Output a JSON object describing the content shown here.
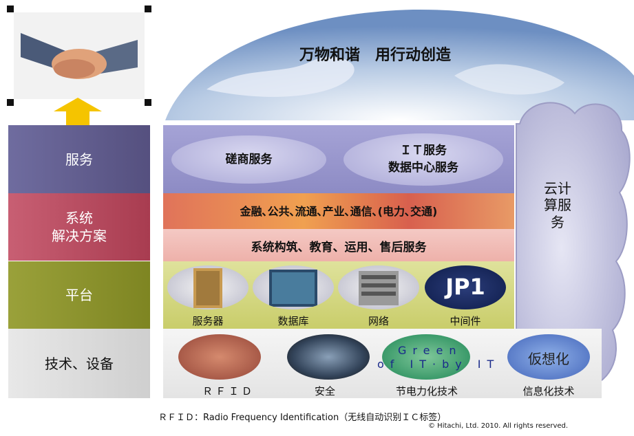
{
  "headline": "万物和谐　用行动创造",
  "layers": [
    {
      "label": "服务"
    },
    {
      "label": "系统\n解决方案"
    },
    {
      "label": "平台"
    },
    {
      "label": "技术、设备"
    }
  ],
  "service": {
    "oval1": "磋商服务",
    "oval2_line1": "ＩＴ服务",
    "oval2_line2": "数据中心服务"
  },
  "solution": {
    "top": "金融､公共､流通､产业､通信､(电力､交通)",
    "bottom": "系统构筑、教育、运用、售后服务"
  },
  "platform": {
    "items": [
      "服务器",
      "数据库",
      "网络",
      "中间件"
    ],
    "jp1_logo": "JP1"
  },
  "tech": {
    "items": [
      "ＲＦＩＤ",
      "安全",
      "节电力化技术",
      "信息化技术"
    ],
    "green_line1": "Green",
    "green_line2": "of IT·by IT",
    "virtual": "仮想化"
  },
  "cloud": {
    "label": "云计算服务"
  },
  "footnote": "ＲＦＩＤ：Radio Frequency Identification（无线自动识别ＩＣ标签）",
  "copyright": "© Hitachi, Ltd. 2010. All rights reserved.",
  "colors": {
    "service": "#6f6c9f",
    "solution": "#b04a5e",
    "platform": "#8a912c",
    "arrow": "#f5c400"
  }
}
